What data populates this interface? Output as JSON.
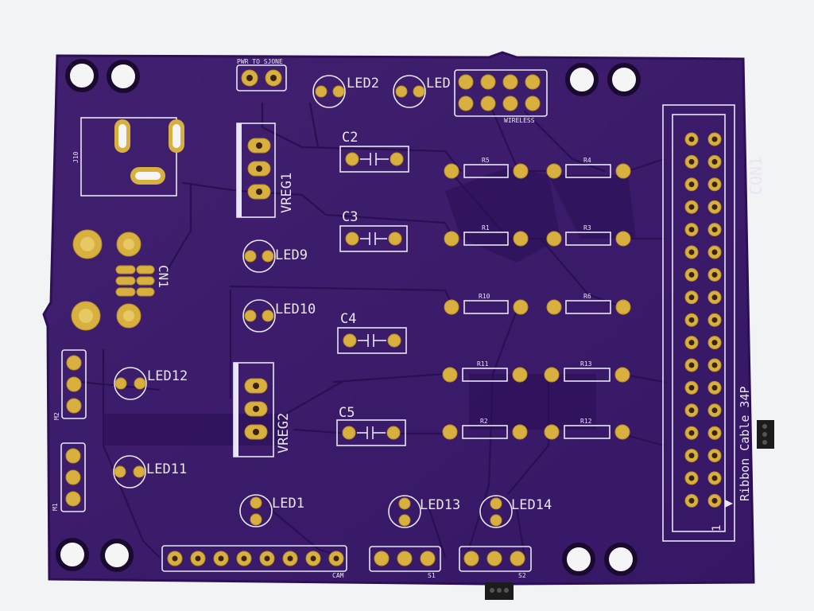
{
  "board": {
    "colors": {
      "mask": "#3c1a6e",
      "mask_edge": "#2c0f56",
      "silk": "#e8e6f2",
      "gold": "#d8b040",
      "background": "#f2f3f4"
    },
    "labels": {
      "pwr_to_sjone": "PWR TO SJONE",
      "led2": "LED2",
      "led3": "LED",
      "wireless": "WIRELESS",
      "j10": "J10",
      "c2": "C2",
      "c3": "C3",
      "c4": "C4",
      "c5": "C5",
      "vreg1": "VREG1",
      "vreg2": "VREG2",
      "r5": "R5",
      "r4": "R4",
      "r1": "R1",
      "r3": "R3",
      "r10": "R10",
      "r6": "R6",
      "r11": "R11",
      "r13": "R13",
      "r2": "R2",
      "r12": "R12",
      "con1": "CON1",
      "ribbon": "Ribbon Cable 34P",
      "pin1": "1",
      "led9": "LED9",
      "led10": "LED10",
      "led12": "LED12",
      "led11": "LED11",
      "led1": "LED1",
      "led13": "LED13",
      "led14": "LED14",
      "cn1": "CN1",
      "m2": "M2",
      "m1": "M1",
      "cam": "CAM",
      "s1": "S1",
      "s2": "S2"
    }
  }
}
